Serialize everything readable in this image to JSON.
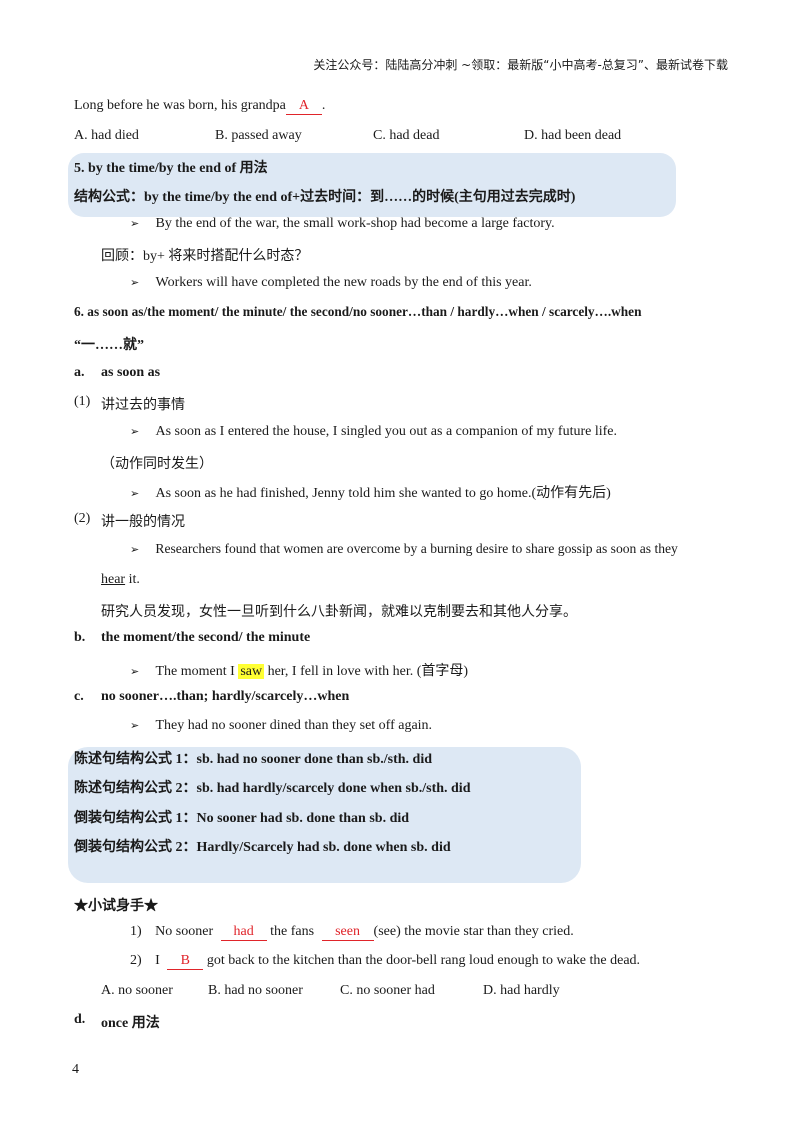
{
  "header": "关注公众号：陆陆高分冲刺 ~领取：最新版“小中高考-总复习”、最新试卷下载",
  "q_intro": {
    "text": "Long before he was born, his grandpa",
    "answer": "A",
    "end": "."
  },
  "q_options": [
    "A. had died",
    "B. passed away",
    "C. had dead",
    "D. had been dead"
  ],
  "s5": {
    "heading": "5.   by the time/by the end of 用法",
    "formula": "结构公式：by the time/by the end of+过去时间：到……的时候(主句用过去完成时)",
    "ex1": "By the end of the war, the small work-shop had become a large factory.",
    "review": "回顾：by+ 将来时搭配什么时态？",
    "ex2": "Workers will have completed the new roads by the end of this year."
  },
  "s6": {
    "heading_line1": "6.   as soon as/the moment/ the minute/ the second/no sooner…than / hardly…when / scarcely….when",
    "heading_line2": "“一……就”",
    "a_label": "a.",
    "a_title": "as soon as",
    "p1_label": "(1)",
    "p1_text": "讲过去的事情",
    "ex1": "As soon as I entered the house, I singled you out as a companion of my future life.",
    "note1": "（动作同时发生）",
    "ex2": "As soon as he had finished, Jenny told him she wanted to go home.(动作有先后)",
    "p2_label": "(2)",
    "p2_text": "讲一般的情况",
    "ex3": "Researchers found that women are overcome by a burning desire to share gossip as soon as they",
    "ex3_hear": "hear",
    "ex3_end": " it.",
    "ex3_cn": "研究人员发现，女性一旦听到什么八卦新闻，就难以克制要去和其他人分享。",
    "b_label": "b.",
    "b_title": "the moment/the second/ the minute",
    "ex4_pre": "The moment I ",
    "ex4_hl": "saw",
    "ex4_post": " her, I fell in love with her. (首字母)",
    "c_label": "c.",
    "c_title": "no sooner….than; hardly/scarcely…when",
    "ex5": "They had no sooner dined than they set off again."
  },
  "formulas": [
    "陈述句结构公式 1：sb. had no sooner done than sb./sth. did",
    "陈述句结构公式 2：sb. had hardly/scarcely done when sb./sth. did",
    "倒装句结构公式 1：No sooner had sb. done than sb. did",
    "倒装句结构公式 2：Hardly/Scarcely had sb. done when sb. did"
  ],
  "practice": {
    "title": "★小试身手★",
    "q1_num": "1)",
    "q1_a": "No sooner ",
    "q1_ans1": "had",
    "q1_b": " the fans ",
    "q1_ans2": "seen",
    "q1_c": "(see) the movie star than they cried.",
    "q2_num": "2)",
    "q2_a": "I ",
    "q2_ans": "B",
    "q2_b": " got back to the kitchen than the door-bell rang loud enough to wake the dead.",
    "options": [
      "A. no sooner",
      "B. had no sooner",
      "C. no sooner had",
      "D. had hardly"
    ]
  },
  "d": {
    "label": "d.",
    "title": "once 用法"
  },
  "page_number": "4"
}
